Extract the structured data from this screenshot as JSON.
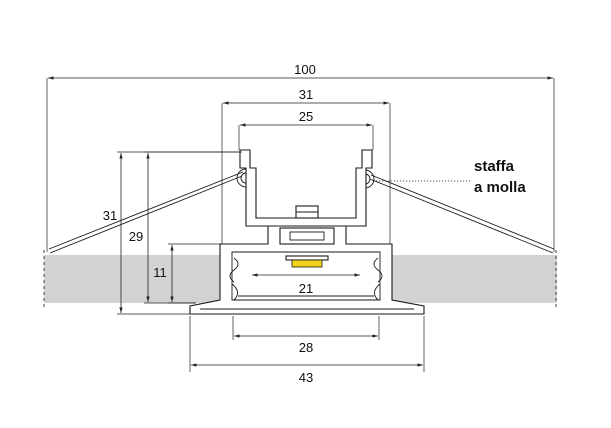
{
  "dimensions": {
    "overall_width": "100",
    "outer_top_width": "31",
    "inner_top_width": "25",
    "left_height_outer": "31",
    "left_height_middle": "29",
    "left_height_inner": "11",
    "opening_width": "21",
    "channel_width": "28",
    "flange_width": "43"
  },
  "callout": {
    "line1": "staffa",
    "line2": "a molla"
  },
  "colors": {
    "ceiling_band": "#d2d2d2",
    "led_strip": "#f2d21a",
    "line": "#1a1a1a"
  }
}
